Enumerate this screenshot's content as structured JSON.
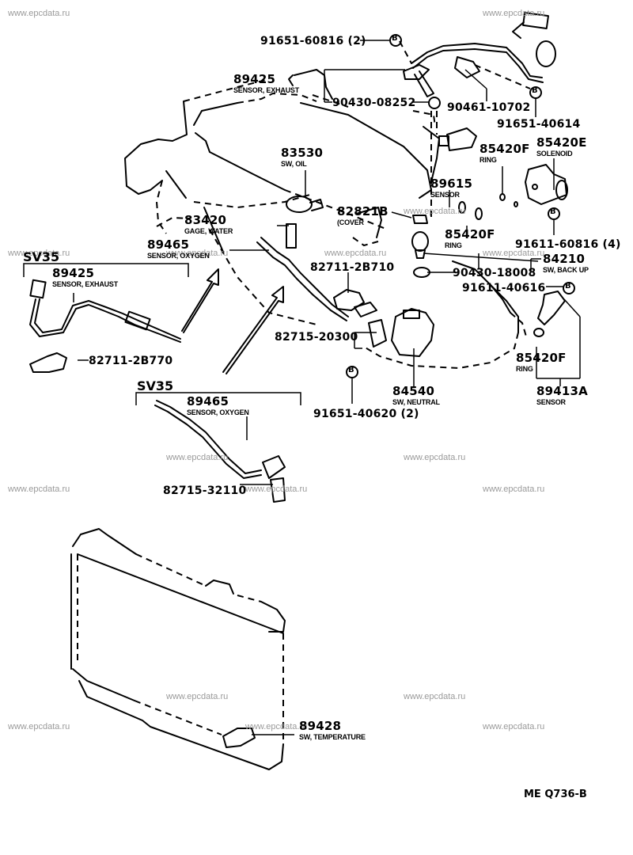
{
  "watermark": "www.epcdata.ru",
  "diagram_code": "ME Q736-B",
  "variant_label": "SV35",
  "bolt_marker": "B",
  "parts": {
    "p91651_60816": {
      "number": "91651-60816 (2)"
    },
    "p89425_main": {
      "number": "89425",
      "desc": "SENSOR, EXHAUST"
    },
    "p90430_08252": {
      "number": "90430-08252"
    },
    "p90461_10702": {
      "number": "90461-10702"
    },
    "p91651_40614": {
      "number": "91651-40614"
    },
    "p83530": {
      "number": "83530",
      "desc": "SW, OIL"
    },
    "p85420F_a": {
      "number": "85420F",
      "desc": "RING"
    },
    "p85420E": {
      "number": "85420E",
      "desc": "SOLENOID"
    },
    "p89615": {
      "number": "89615",
      "desc": "SENSOR"
    },
    "p83420": {
      "number": "83420",
      "desc": "GAGE, WATER"
    },
    "p82821B": {
      "number": "82821B",
      "desc": "(COVER"
    },
    "p85420F_b": {
      "number": "85420F",
      "desc": "RING"
    },
    "p91611_60816": {
      "number": "91611-60816 (4)"
    },
    "p89465_main": {
      "number": "89465",
      "desc": "SENSOR, OXYGEN"
    },
    "p84210": {
      "number": "84210",
      "desc": "SW, BACK UP"
    },
    "p90430_18008": {
      "number": "90430-18008"
    },
    "p82711_2B710": {
      "number": "82711-2B710"
    },
    "p91611_40616": {
      "number": "91611-40616"
    },
    "p89425_sv35": {
      "number": "89425",
      "desc": "SENSOR, EXHAUST"
    },
    "p82715_20300": {
      "number": "82715-20300"
    },
    "p82711_2B770": {
      "number": "82711-2B770"
    },
    "p85420F_c": {
      "number": "85420F",
      "desc": "RING"
    },
    "p84540": {
      "number": "84540",
      "desc": "SW, NEUTRAL"
    },
    "p89413A": {
      "number": "89413A",
      "desc": "SENSOR"
    },
    "p91651_40620": {
      "number": "91651-40620 (2)"
    },
    "p89465_sv35": {
      "number": "89465",
      "desc": "SENSOR, OXYGEN"
    },
    "p82715_32110": {
      "number": "82715-32110"
    },
    "p89428": {
      "number": "89428",
      "desc": "SW, TEMPERATURE"
    }
  }
}
